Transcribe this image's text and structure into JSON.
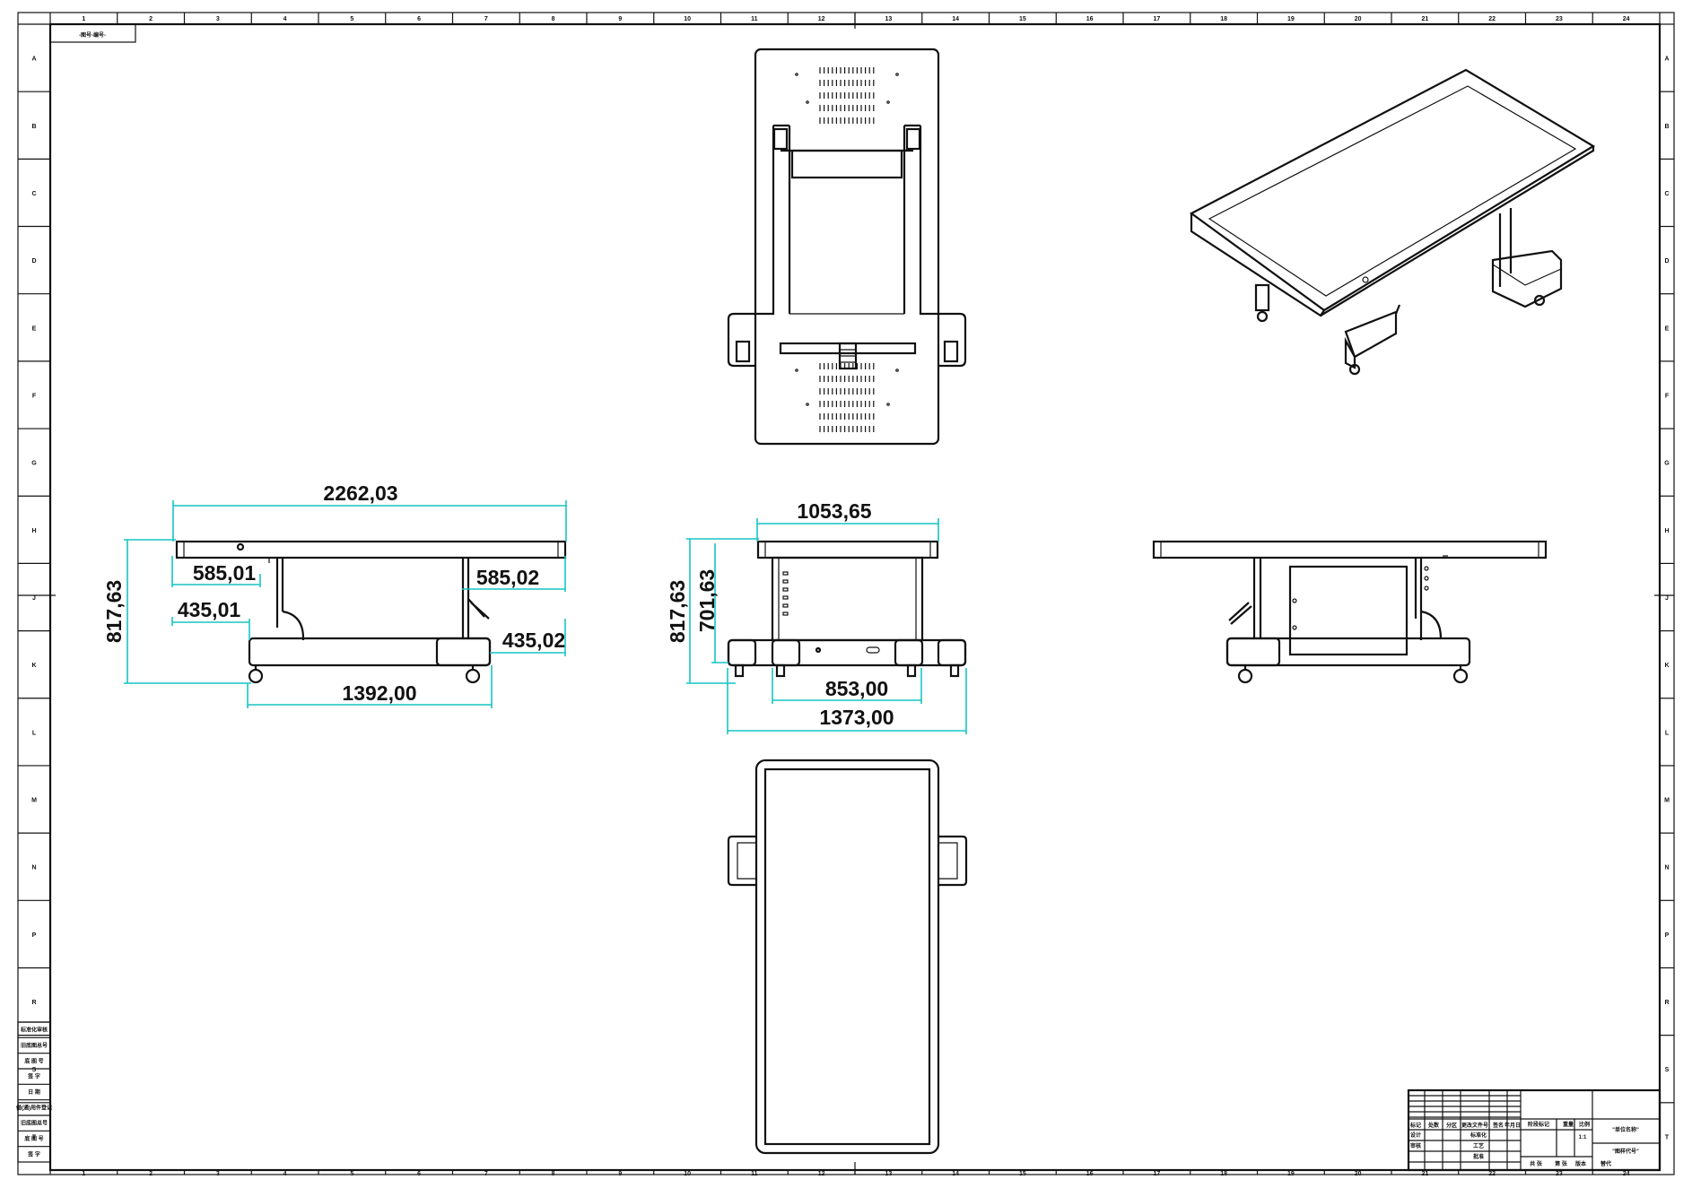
{
  "sheet": {
    "corner_label": "-图号-编号-",
    "col_labels": [
      "1",
      "2",
      "3",
      "4",
      "5",
      "6",
      "7",
      "8",
      "9",
      "10",
      "11",
      "12",
      "13",
      "14",
      "15",
      "16",
      "17",
      "18",
      "19",
      "20",
      "21",
      "22",
      "23",
      "24"
    ],
    "row_labels": [
      "A",
      "B",
      "C",
      "D",
      "E",
      "F",
      "G",
      "H",
      "J",
      "K",
      "L",
      "M",
      "N",
      "P",
      "R",
      "S",
      "T"
    ]
  },
  "dimensions": {
    "side_overall_length": "2262,03",
    "side_left_offset": "585,01",
    "side_right_offset": "585,02",
    "side_left_inner": "435,01",
    "side_right_inner": "435,02",
    "side_height": "817,63",
    "side_wheelbase": "1392,00",
    "front_top_width": "1053,65",
    "front_height_total": "817,63",
    "front_height_frame": "701,63",
    "front_inner_width": "853,00",
    "front_base_width": "1373,00"
  },
  "left_revision_block": {
    "rows": [
      "标准化审核",
      "旧底图总号",
      "底 图 号",
      "签  字",
      "日  期",
      "借(通)用件登记",
      "旧底图总号",
      "底 图 号",
      "签  字"
    ]
  },
  "title_block": {
    "cells": [
      "标记",
      "处数",
      "分区",
      "更改文件号",
      "签名",
      "年月日",
      "设计",
      "标准化",
      "审核",
      "工艺",
      "批准",
      "阶段标记",
      "重量",
      "比例",
      "1:1",
      "共 张",
      "第 张",
      "版本",
      "替代"
    ],
    "title": "\"单位名称\"",
    "drawing_no": "\"图样代号\""
  }
}
